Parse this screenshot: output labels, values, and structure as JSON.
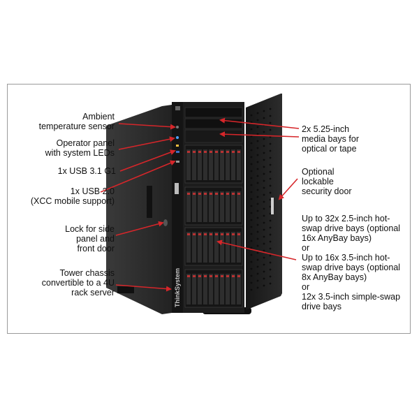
{
  "diagram": {
    "product_brand": "ThinkSystem",
    "callouts_left": [
      {
        "id": "ambient-temperature-sensor",
        "text": "Ambient\ntemperature sensor"
      },
      {
        "id": "operator-panel",
        "text": "Operator panel\nwith system LEDs"
      },
      {
        "id": "usb-31",
        "text": "1x USB 3.1 G1"
      },
      {
        "id": "usb-20",
        "text": "1x USB 2.0\n(XCC mobile support)"
      },
      {
        "id": "side-panel-lock",
        "text": "Lock for side\npanel and\nfront door"
      },
      {
        "id": "tower-chassis",
        "text": "Tower chassis\nconvertible to a 4U\nrack server"
      }
    ],
    "callouts_right": [
      {
        "id": "media-bays",
        "text": "2x 5.25-inch\nmedia bays for\noptical or tape"
      },
      {
        "id": "security-door",
        "text": "Optional\nlockable\nsecurity door"
      },
      {
        "id": "drive-bays",
        "text": "Up to 32x 2.5-inch hot-\nswap drive bays (optional\n16x AnyBay bays)\nor\nUp to 16x 3.5-inch hot-\nswap drive bays (optional\n8x AnyBay bays)\nor\n12x 3.5-inch simple-swap\ndrive bays"
      }
    ],
    "colors": {
      "arrow": "#d6262a",
      "chassis_dark": "#1c1c1c",
      "chassis_side": "#2a2a2a",
      "frame_border": "#9a9a9a"
    }
  }
}
